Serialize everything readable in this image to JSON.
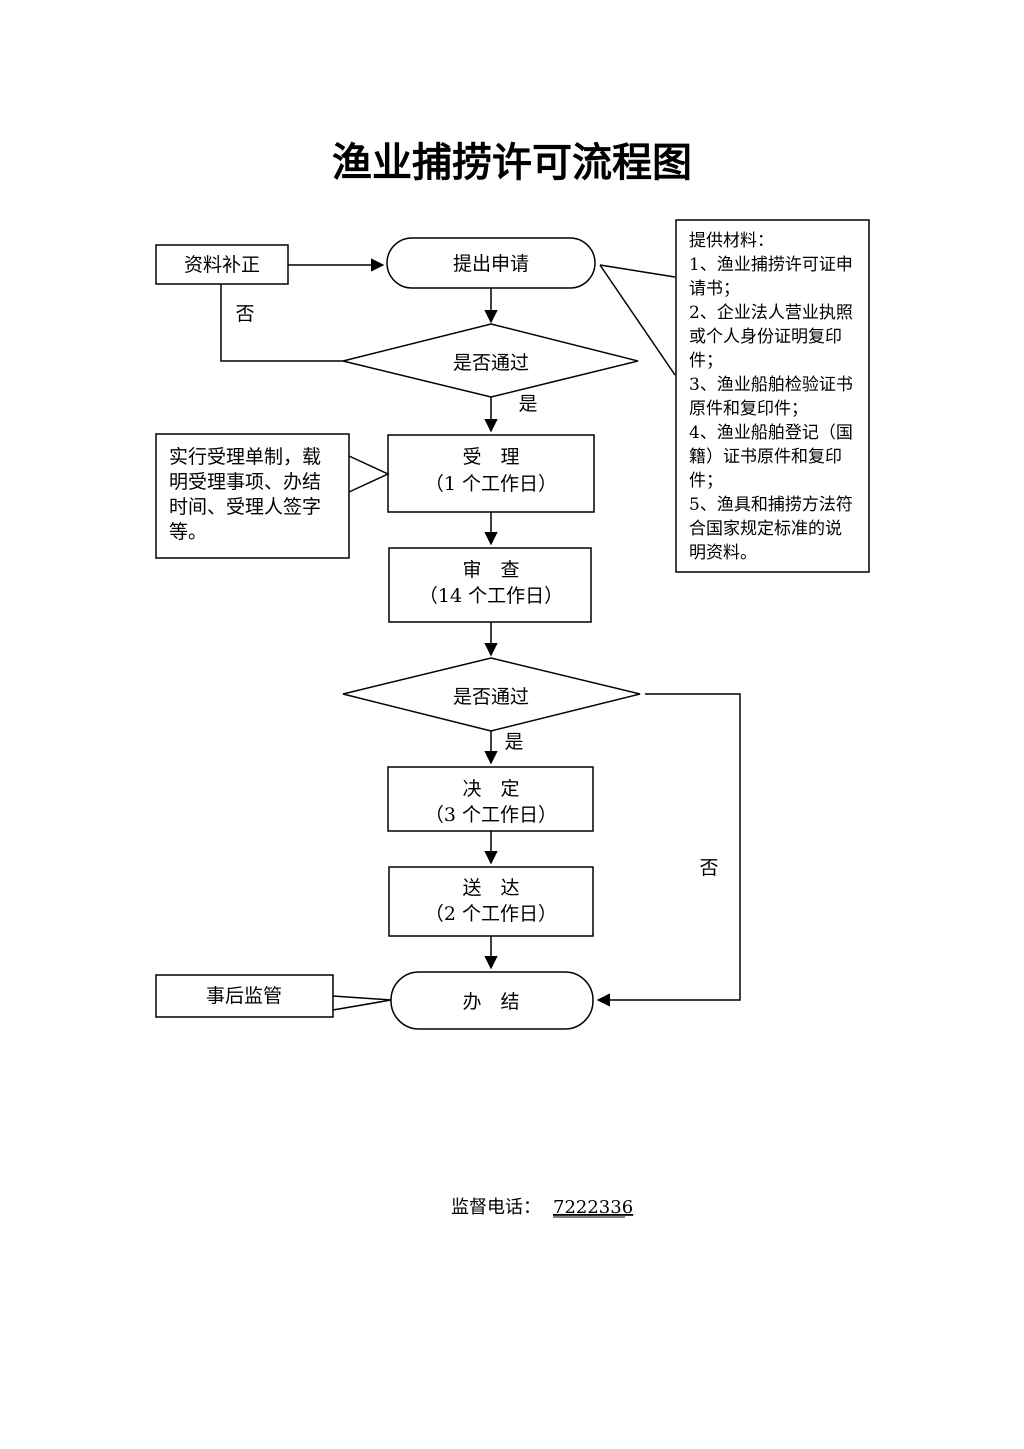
{
  "title": "渔业捕捞许可流程图",
  "nodes": {
    "supplement": "资料补正",
    "submit": "提出申请",
    "check1": "是否通过",
    "accept": {
      "name": "受　理",
      "days": "（1 个工作日）"
    },
    "review": {
      "name": "审　查",
      "days": "（14 个工作日）"
    },
    "check2": "是否通过",
    "decide": {
      "name": "决　定",
      "days": "（3 个工作日）"
    },
    "deliver": {
      "name": "送　达",
      "days": "（2 个工作日）"
    },
    "finish": "办　结",
    "supervise": "事后监管"
  },
  "edge_labels": {
    "yes1": "是",
    "no1": "否",
    "yes2": "是",
    "no2": "否"
  },
  "accept_note": [
    "实行受理单制，载",
    "明受理事项、办结",
    "时间、受理人签字",
    "等。"
  ],
  "materials": [
    "提供材料：",
    "1、渔业捕捞许可证申",
    "请书；",
    "2、企业法人营业执照",
    "或个人身份证明复印",
    "件；",
    "3、渔业船舶检验证书",
    "原件和复印件；",
    "4、渔业船舶登记（国",
    "籍）证书原件和复印",
    "件；",
    "5、渔具和捕捞方法符",
    "合国家规定标准的说",
    "明资料。"
  ],
  "footer": {
    "label": "监督电话：",
    "phone": "7222336"
  }
}
